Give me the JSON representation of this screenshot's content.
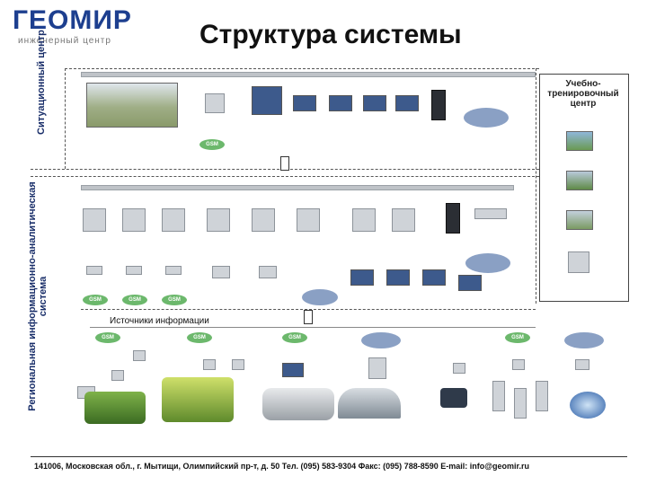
{
  "header": {
    "logo": "ГЕОМИР",
    "logo_sub": "инженерный центр",
    "title": "Структура системы"
  },
  "side_labels": {
    "situation_center": "Ситуационный центр",
    "regional_system": "Региональная информационно-аналитическая система"
  },
  "training_center": {
    "title": "Учебно-тренировочный центр"
  },
  "section": {
    "sources_label": "Источники информации"
  },
  "footer": {
    "text": "141006, Московская обл., г. Мытищи, Олимпийский пр-т, д. 50   Тел. (095) 583-9304  Факс: (095) 788-8590  E-mail: info@geomir.ru"
  },
  "badges": {
    "gsm": "GSM"
  },
  "colors": {
    "logo_blue": "#1d3f8f",
    "gsm_green": "#6cb86c",
    "cloud_blue": "#8aa0c4"
  }
}
